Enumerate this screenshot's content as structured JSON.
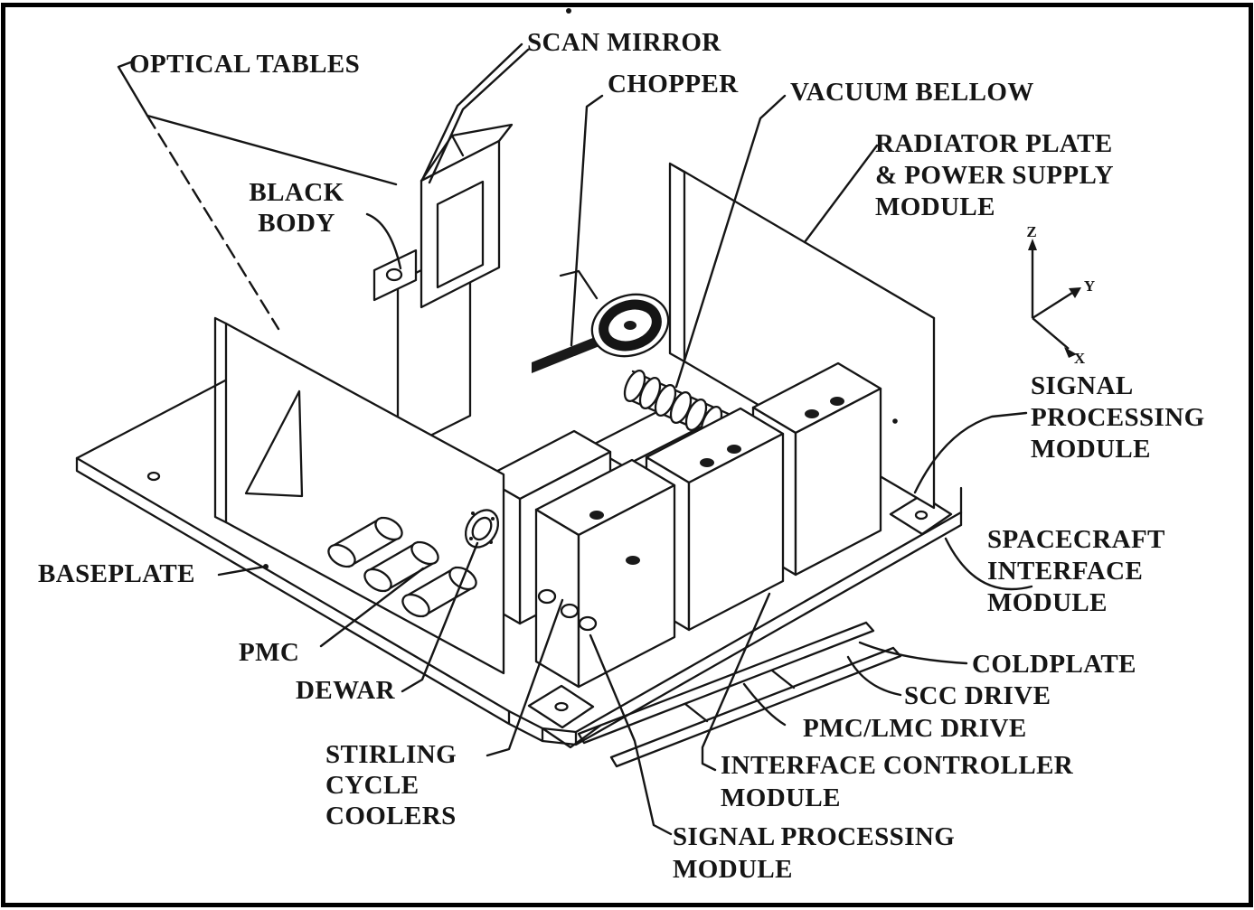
{
  "figure": {
    "description": "Isometric cutaway engineering drawing of an instrument assembly with part callouts"
  },
  "labels": {
    "optical_tables": {
      "lines": [
        "OPTICAL TABLES"
      ]
    },
    "scan_mirror": {
      "lines": [
        "SCAN MIRROR"
      ]
    },
    "chopper": {
      "lines": [
        "CHOPPER"
      ]
    },
    "vacuum_bellow": {
      "lines": [
        "VACUUM BELLOW"
      ]
    },
    "radiator_power": {
      "lines": [
        "RADIATOR PLATE",
        "& POWER SUPPLY",
        "MODULE"
      ]
    },
    "black_body": {
      "lines": [
        "BLACK",
        "BODY"
      ]
    },
    "signal_processing_right": {
      "lines": [
        "SIGNAL",
        "PROCESSING",
        "MODULE"
      ]
    },
    "spacecraft_interface": {
      "lines": [
        "SPACECRAFT",
        "INTERFACE",
        "MODULE"
      ]
    },
    "coldplate": {
      "lines": [
        "COLDPLATE"
      ]
    },
    "scc_drive": {
      "lines": [
        "SCC DRIVE"
      ]
    },
    "pmc_lmc_drive": {
      "lines": [
        "PMC/LMC DRIVE"
      ]
    },
    "interface_controller": {
      "lines": [
        "INTERFACE CONTROLLER",
        "MODULE"
      ]
    },
    "signal_processing_bottom": {
      "lines": [
        "SIGNAL PROCESSING",
        "MODULE"
      ]
    },
    "baseplate": {
      "lines": [
        "BASEPLATE"
      ]
    },
    "pmc": {
      "lines": [
        "PMC"
      ]
    },
    "dewar": {
      "lines": [
        "DEWAR"
      ]
    },
    "stirling_coolers": {
      "lines": [
        "STIRLING",
        "CYCLE",
        "COOLERS"
      ]
    }
  },
  "axes": {
    "z": "Z",
    "y": "Y",
    "x": "X"
  },
  "colors": {
    "ink": "#151515",
    "background": "#ffffff"
  }
}
